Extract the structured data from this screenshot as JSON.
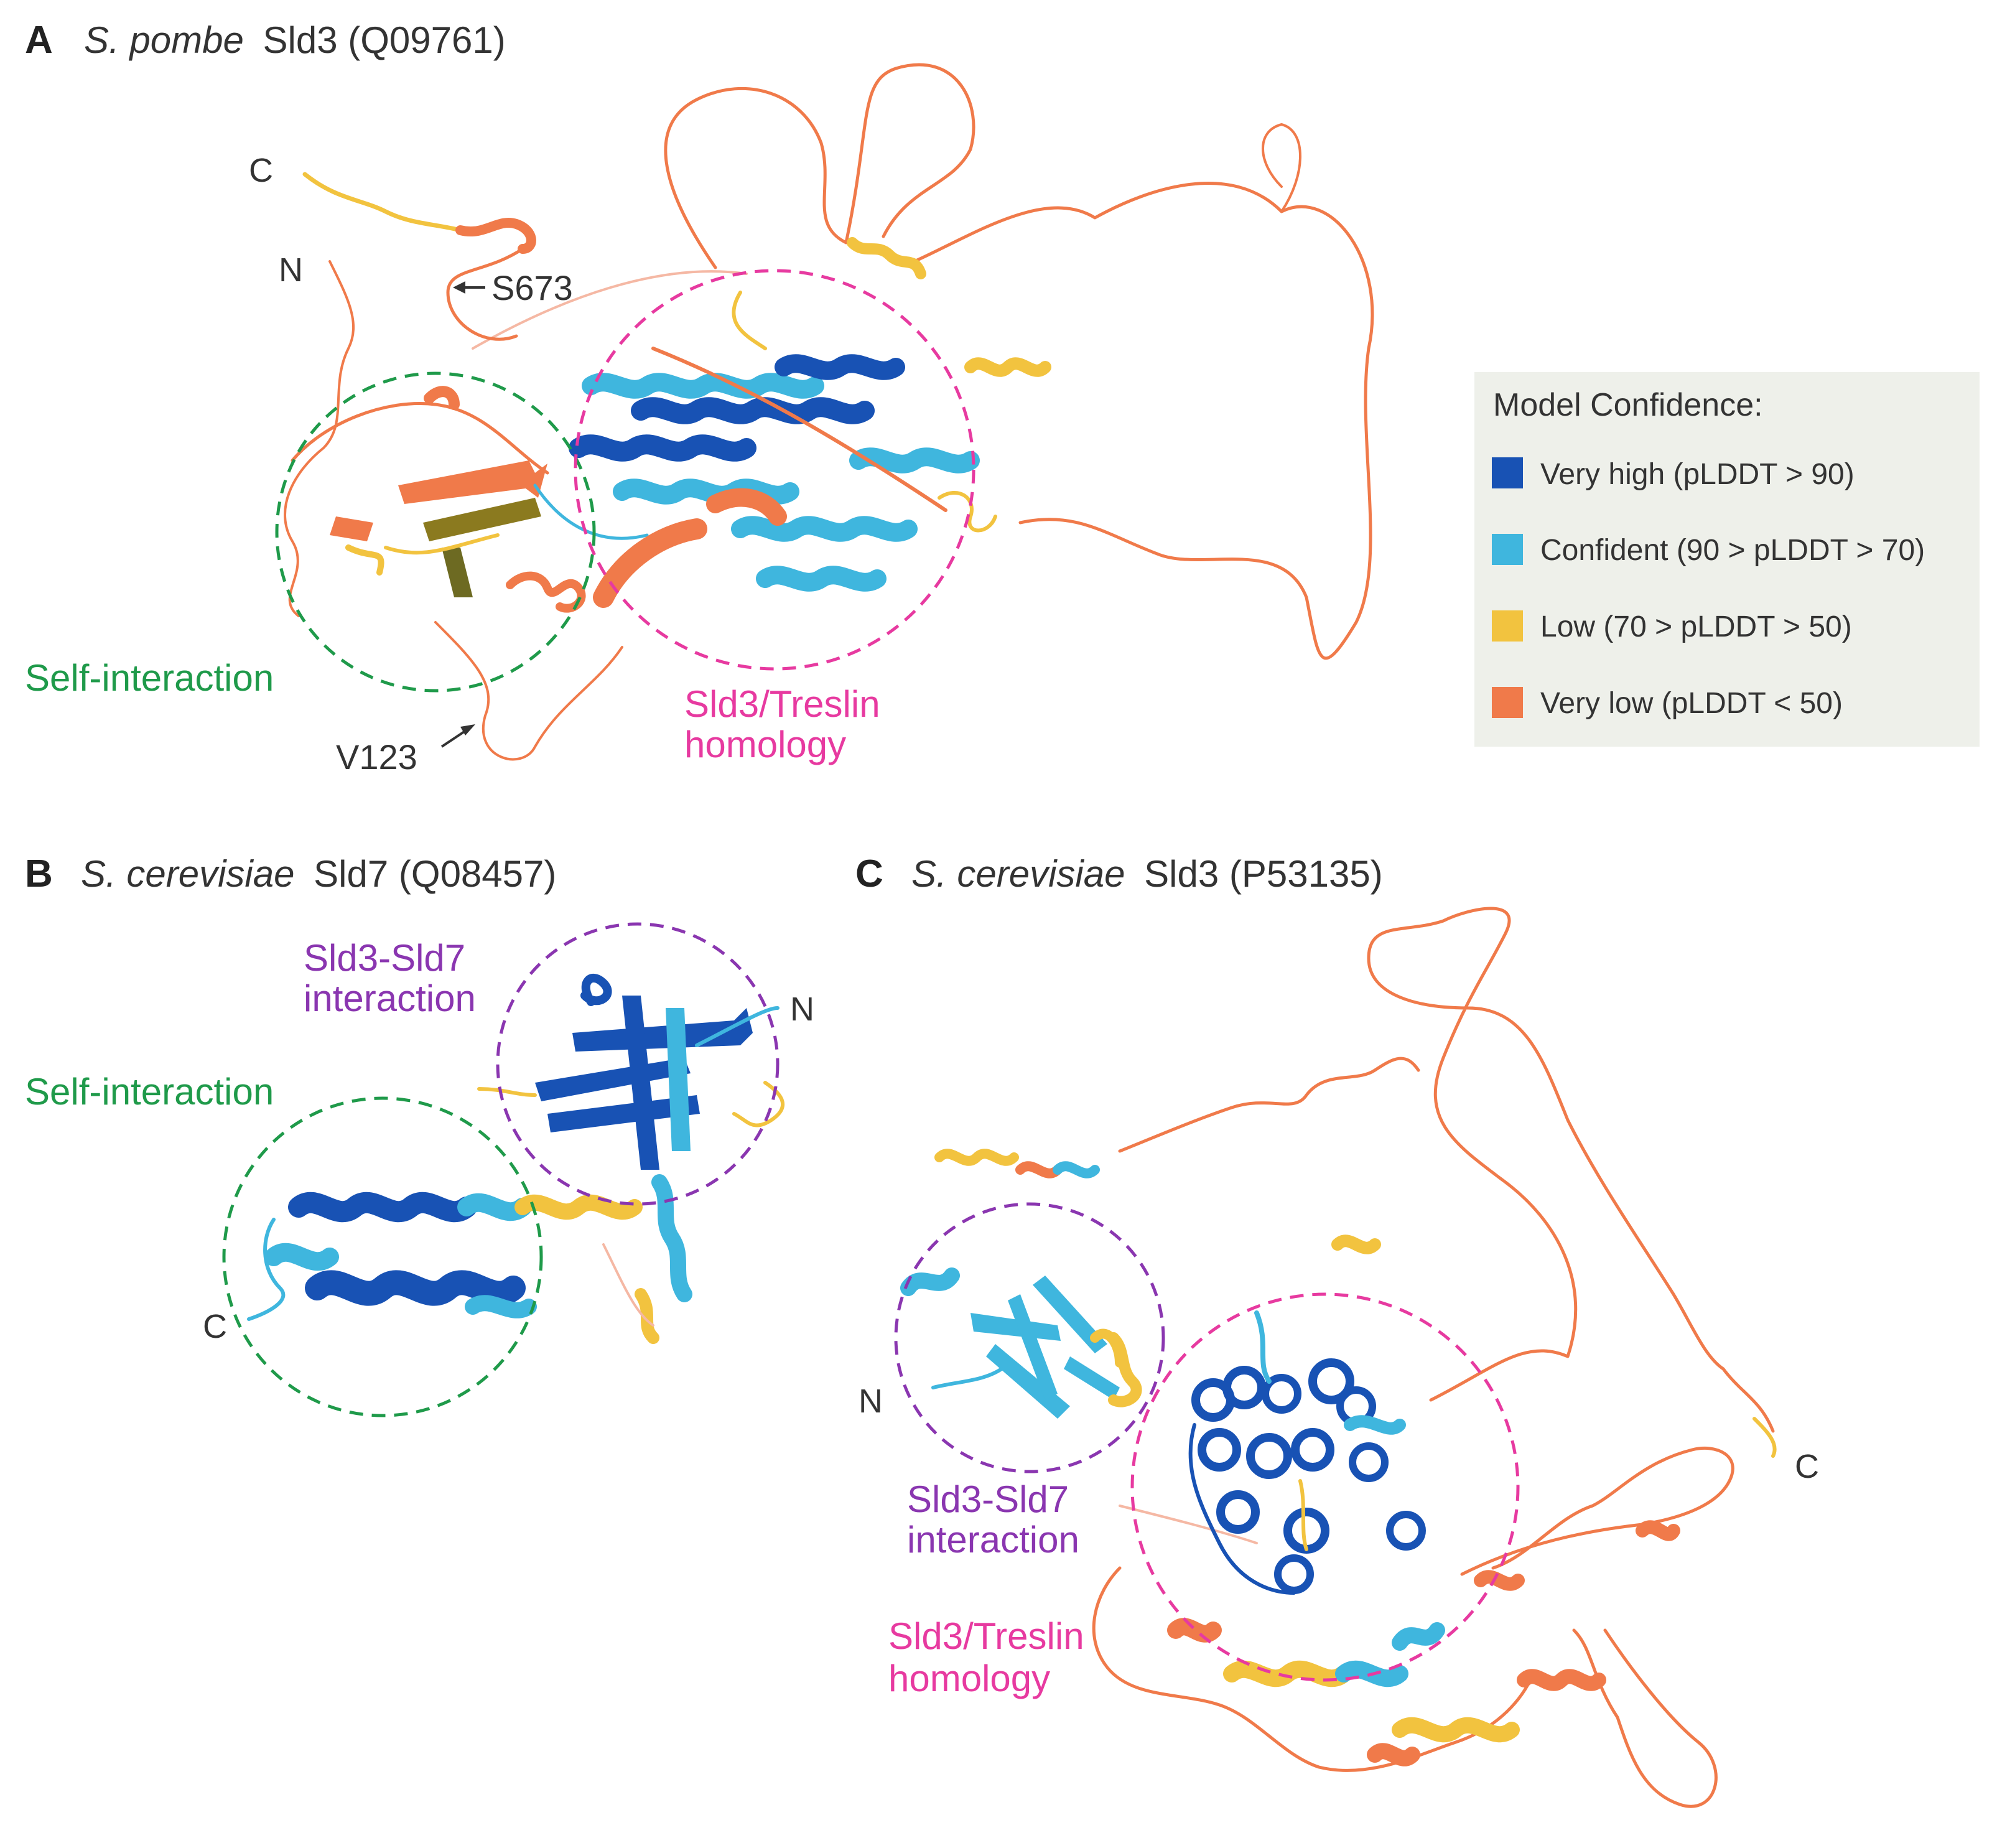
{
  "colors": {
    "very_high": "#1852b4",
    "confident": "#3fb6de",
    "low": "#f2c33f",
    "very_low": "#f07a4a",
    "legend_bg": "#eef0ea",
    "self_interaction": "#1f9a4a",
    "homology": "#e73aa0",
    "sld7_interaction": "#8a36b0"
  },
  "panelA": {
    "letter": "A",
    "species": "S. pombe",
    "protein": "Sld3 (Q09761)",
    "term_c": "C",
    "term_n": "N",
    "mutation_1": "S673",
    "mutation_2": "V123",
    "region_self": "Self-interaction",
    "region_homology_line1": "Sld3/Treslin",
    "region_homology_line2": "homology"
  },
  "legend": {
    "title": "Model Confidence:",
    "items": [
      {
        "label": "Very high (pLDDT > 90)",
        "color": "#1852b4"
      },
      {
        "label": "Confident (90 > pLDDT > 70)",
        "color": "#3fb6de"
      },
      {
        "label": "Low (70 > pLDDT > 50)",
        "color": "#f2c33f"
      },
      {
        "label": "Very low (pLDDT < 50)",
        "color": "#f07a4a"
      }
    ]
  },
  "panelB": {
    "letter": "B",
    "species": "S. cerevisiae",
    "protein": "Sld7 (Q08457)",
    "term_n": "N",
    "term_c": "C",
    "region_interaction_line1": "Sld3-Sld7",
    "region_interaction_line2": "interaction",
    "region_self": "Self-interaction"
  },
  "panelC": {
    "letter": "C",
    "species": "S. cerevisiae",
    "protein": "Sld3 (P53135)",
    "term_n": "N",
    "term_c": "C",
    "region_interaction_line1": "Sld3-Sld7",
    "region_interaction_line2": "interaction",
    "region_homology_line1": "Sld3/Treslin",
    "region_homology_line2": "homology"
  }
}
